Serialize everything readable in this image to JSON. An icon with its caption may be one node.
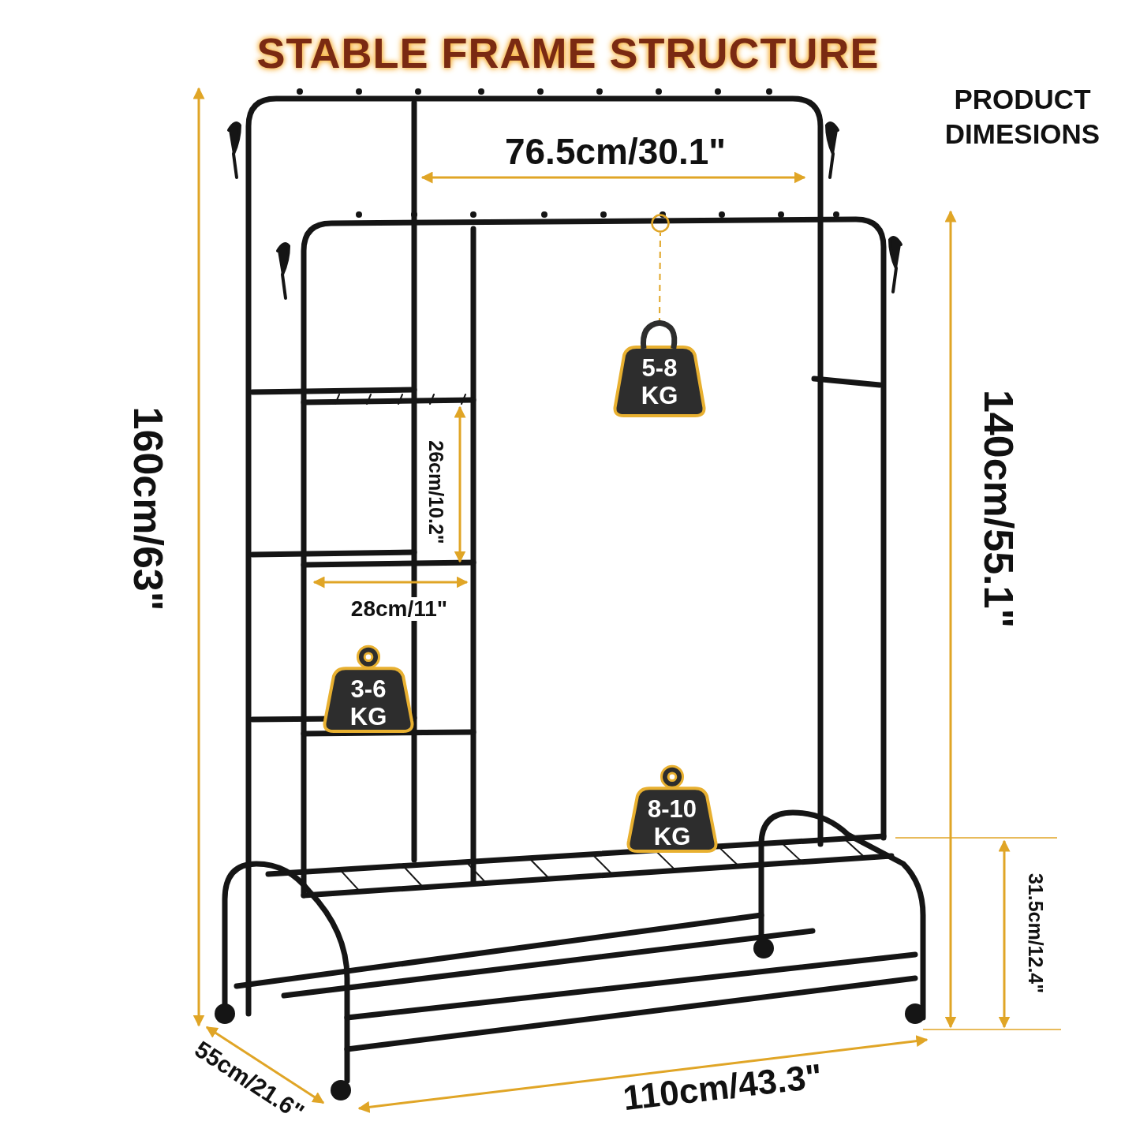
{
  "diagram": {
    "title": "STABLE FRAME STRUCTURE",
    "nodes": [
      {
        "text": [
          "5-8 KG"
        ]
      },
      {
        "text": [],
        "shape": "circle"
      },
      {
        "text": [
          "3-6 KG"
        ]
      },
      {
        "text": [
          "8-10 KG"
        ]
      }
    ],
    "edges": [
      {
        "from": 0,
        "to": 1,
        "arrow": "none",
        "style": "dashed",
        "color": "#e0a526"
      }
    ],
    "labels": [
      "PRODUCT DIMESIONS",
      "76.5cm/30.1\"",
      "160cm/63\"",
      "140cm/55.1\"",
      "26cm/10.2\"",
      "28cm/11\"",
      "31.5cm/12.4\"",
      "55cm/21.6\"",
      "110cm/43.3\""
    ]
  }
}
